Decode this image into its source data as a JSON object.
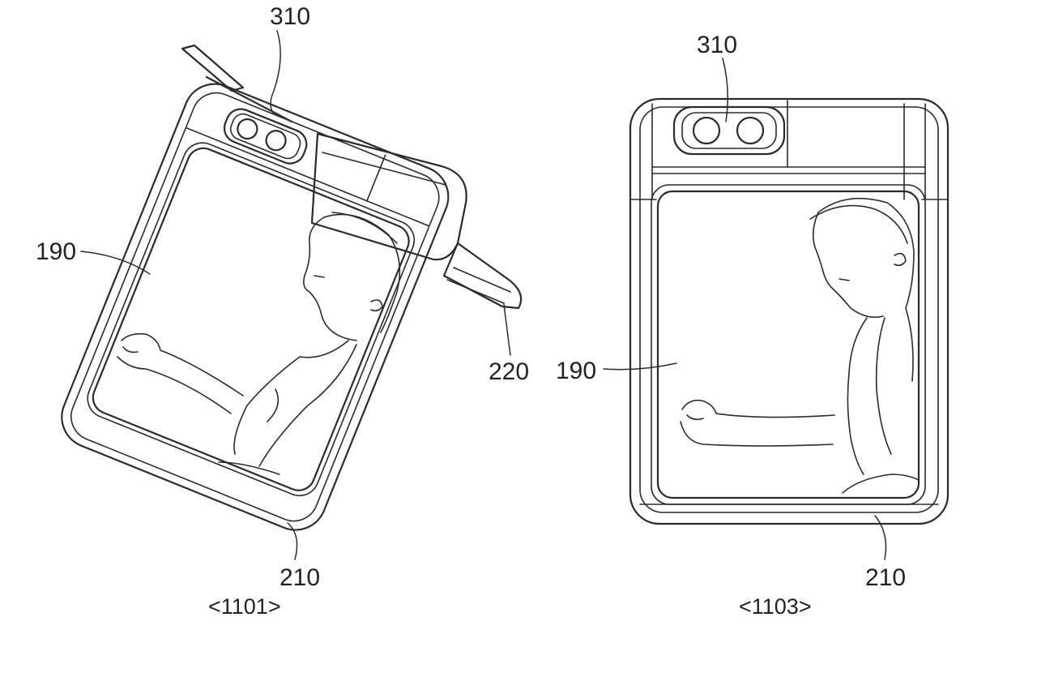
{
  "figures": [
    {
      "caption": "<1101>",
      "labels": {
        "camera": "310",
        "display": "190",
        "hinge_stand": "220",
        "housing": "210"
      }
    },
    {
      "caption": "<1103>",
      "labels": {
        "camera": "310",
        "display": "190",
        "housing": "210"
      }
    }
  ]
}
